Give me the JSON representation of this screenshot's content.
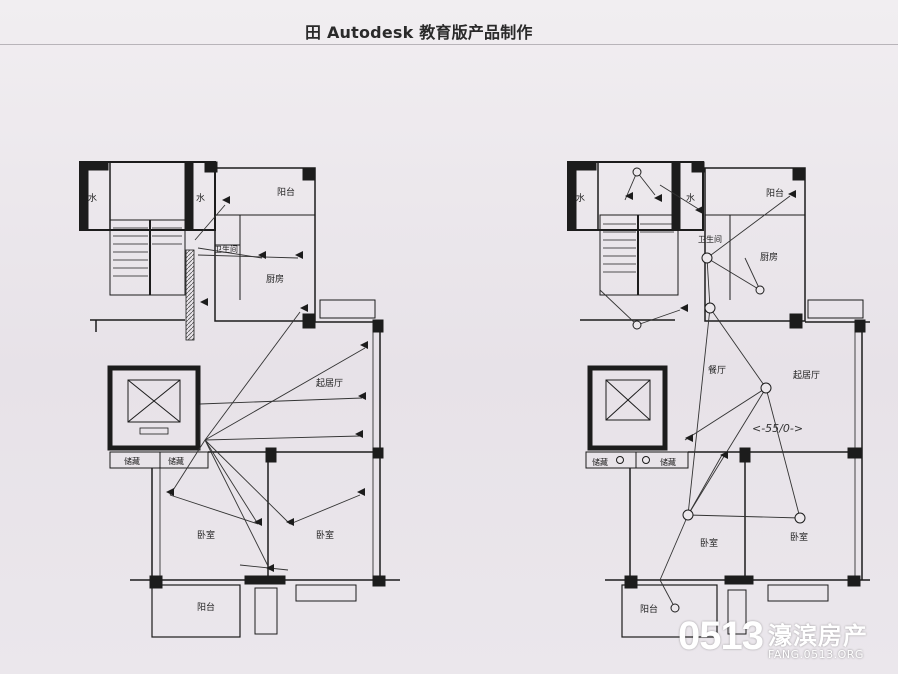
{
  "header": {
    "title": "田 Autodesk 教育版产品制作"
  },
  "left_plan": {
    "rooms": {
      "water_left": "水",
      "water_right": "水",
      "balcony_top": "阳台",
      "bathroom": "卫生间",
      "kitchen": "厨房",
      "living": "起居厅",
      "storage_left": "储藏",
      "storage_right": "储藏",
      "bedroom_left": "卧室",
      "bedroom_right": "卧室",
      "balcony_bottom": "阳台"
    }
  },
  "right_plan": {
    "rooms": {
      "water_left": "水",
      "water_right": "水",
      "balcony_top": "阳台",
      "bathroom": "卫生间",
      "kitchen": "厨房",
      "dining": "餐厅",
      "living": "起居厅",
      "storage_left": "储藏",
      "storage_right": "储藏",
      "bedroom_left": "卧室",
      "bedroom_right": "卧室",
      "balcony_bottom": "阳台"
    },
    "annotation": "<-55/0->"
  },
  "watermark": {
    "number": "0513",
    "name": "濠滨房产",
    "url": "FANG.0513.ORG"
  },
  "colors": {
    "wall": "#1c1c1c",
    "line": "#333333",
    "paper": "#ece8ec"
  }
}
